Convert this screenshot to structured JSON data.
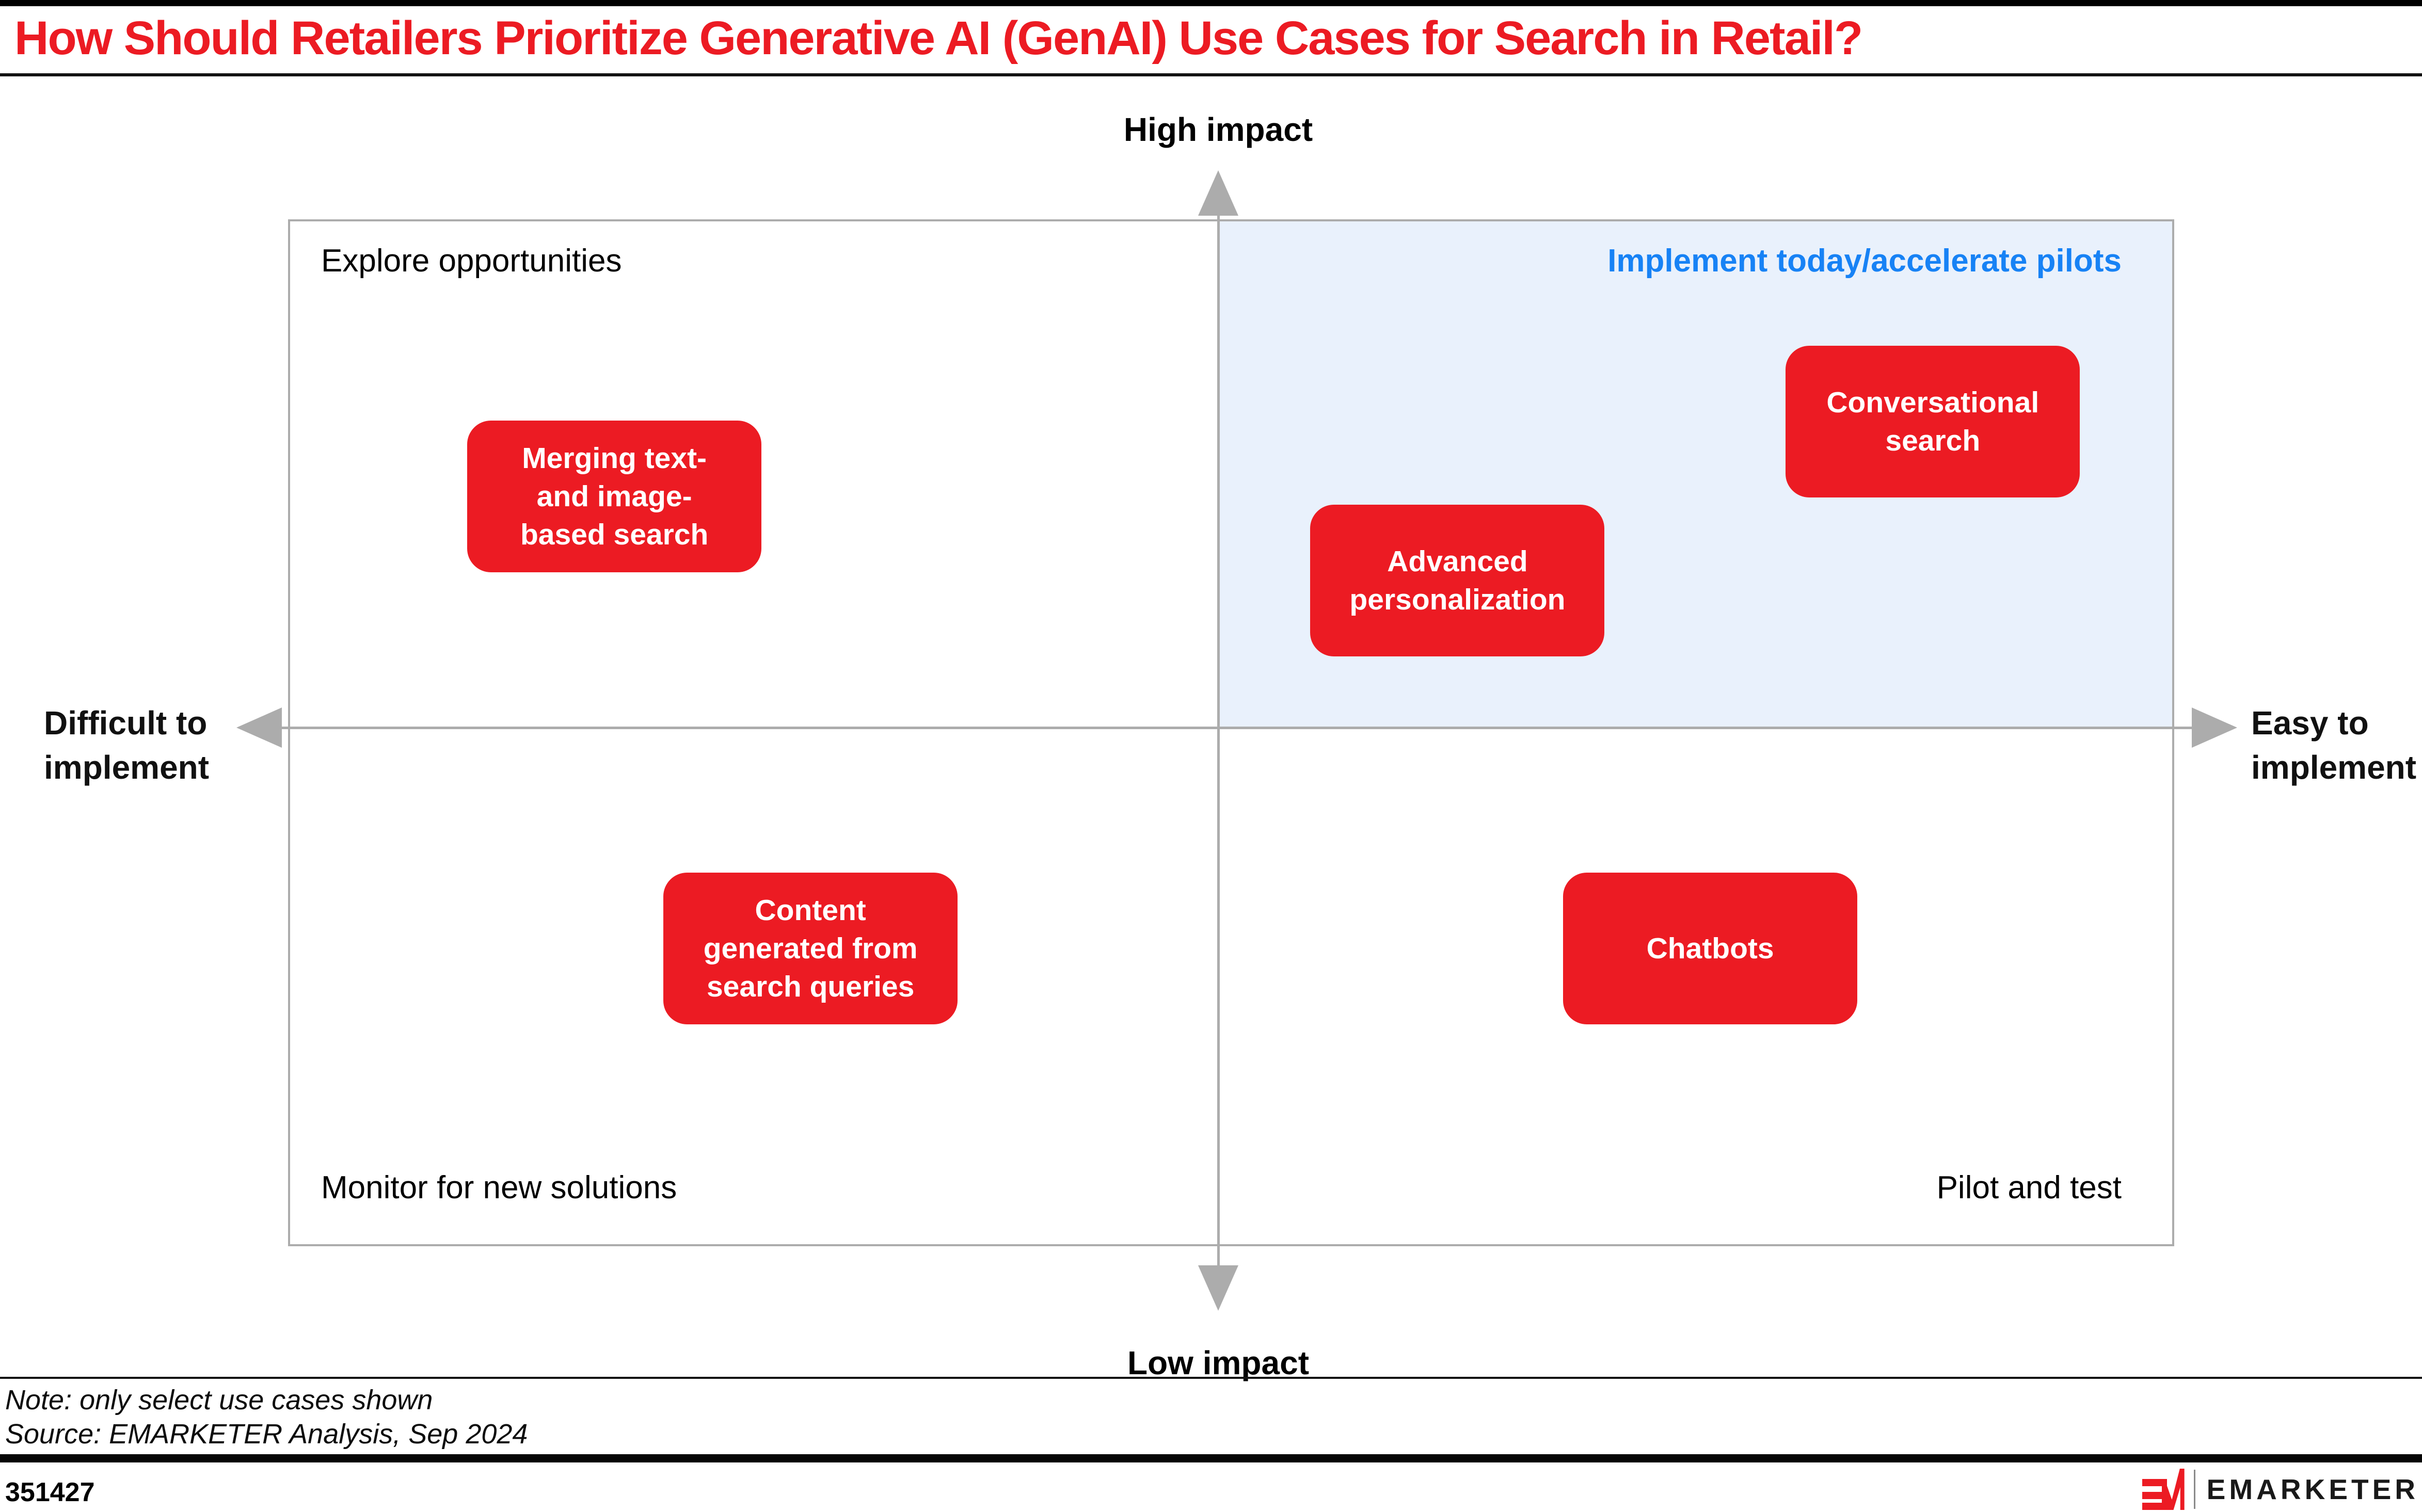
{
  "page": {
    "title": "How Should Retailers Prioritize Generative AI (GenAI) Use Cases for Search in Retail?",
    "note": "Note: only select use cases shown",
    "source": "Source: EMARKETER Analysis, Sep 2024",
    "chart_id": "351427",
    "logo_text": "EMARKETER"
  },
  "colors": {
    "red": "#EC1B23",
    "blue_text": "#1782F5",
    "blue_quadrant_bg": "#E9F1FC",
    "axis_gray": "#ACACAC",
    "ink": "#111111"
  },
  "chart_data": {
    "type": "scatter",
    "subtype": "2x2-priority-matrix",
    "title": "How Should Retailers Prioritize Generative AI (GenAI) Use Cases for Search in Retail?",
    "x_axis": {
      "dimension": "ease of implementation",
      "label_left": "Difficult to\nimplement",
      "label_right": "Easy to\nimplement",
      "range": [
        0,
        100
      ]
    },
    "y_axis": {
      "dimension": "impact",
      "label_top": "High impact",
      "label_bottom": "Low impact",
      "range": [
        0,
        100
      ]
    },
    "quadrant_labels": {
      "top_left": "Explore opportunities",
      "top_right": "Implement today/accelerate pilots",
      "bottom_left": "Monitor for new solutions",
      "bottom_right": "Pilot and test"
    },
    "highlighted_quadrant": "top_right",
    "points": [
      {
        "label": "Merging text-\nand image-\nbased search",
        "ease": 17.3,
        "impact": 73.0,
        "quadrant": "Explore opportunities"
      },
      {
        "label": "Conversational\nsearch",
        "ease": 87.2,
        "impact": 80.3,
        "quadrant": "Implement today/accelerate pilots"
      },
      {
        "label": "Advanced\npersonalization",
        "ease": 62.0,
        "impact": 64.8,
        "quadrant": "Implement today/accelerate pilots"
      },
      {
        "label": "Content\ngenerated from\nsearch queries",
        "ease": 27.7,
        "impact": 29.0,
        "quadrant": "Monitor for new solutions"
      },
      {
        "label": "Chatbots",
        "ease": 75.4,
        "impact": 29.0,
        "quadrant": "Pilot and test"
      }
    ]
  }
}
